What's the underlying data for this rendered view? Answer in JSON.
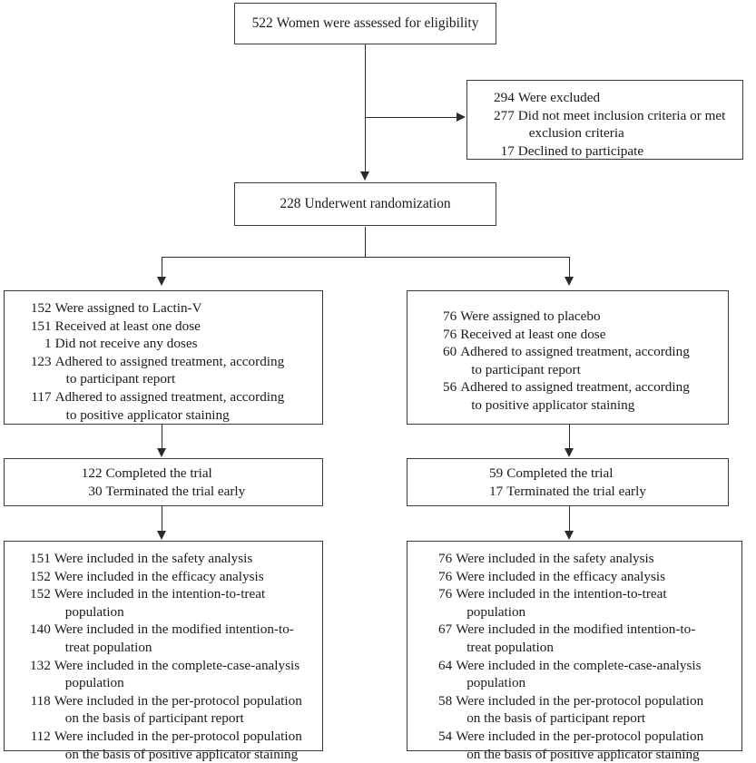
{
  "diagram": {
    "type": "consort-flow-diagram",
    "colors": {
      "box_border": "#3a3a3a",
      "connector": "#2b2b2b",
      "text": "#1a1a1a",
      "background": "#ffffff"
    },
    "nodes": {
      "eligibility": {
        "name": "assessed-for-eligibility",
        "rows": [
          {
            "num": "522",
            "label": "Women were assessed for eligibility"
          }
        ]
      },
      "excluded": {
        "name": "excluded",
        "rows": [
          {
            "num": "294",
            "label": "Were excluded",
            "level": 0
          },
          {
            "num": "277",
            "label": "Did not meet inclusion criteria or met",
            "cont": "exclusion criteria",
            "level": 1
          },
          {
            "num": "17",
            "label": "Declined to participate",
            "level": 1
          }
        ]
      },
      "randomized": {
        "name": "underwent-randomization",
        "rows": [
          {
            "num": "228",
            "label": "Underwent randomization"
          }
        ]
      },
      "assigned_lactin": {
        "name": "assigned-lactin-v",
        "rows": [
          {
            "num": "152",
            "label": "Were assigned to Lactin-V",
            "level": 0
          },
          {
            "num": "151",
            "label": "Received at least one dose",
            "level": 1
          },
          {
            "num": "1",
            "label": "Did not receive any doses",
            "level": 2
          },
          {
            "num": "123",
            "label": "Adhered to assigned treatment, according",
            "cont": "to participant report",
            "level": 0
          },
          {
            "num": "117",
            "label": "Adhered to assigned treatment, according",
            "cont": "to positive applicator staining",
            "level": 0
          }
        ]
      },
      "assigned_placebo": {
        "name": "assigned-placebo",
        "rows": [
          {
            "num": "76",
            "label": "Were assigned to placebo",
            "level": 0
          },
          {
            "num": "76",
            "label": "Received at least one dose",
            "level": 1
          },
          {
            "num": "60",
            "label": "Adhered to assigned treatment, according",
            "cont": "to participant report",
            "level": 0
          },
          {
            "num": "56",
            "label": "Adhered to assigned treatment, according",
            "cont": "to positive applicator staining",
            "level": 0
          }
        ]
      },
      "completed_lactin": {
        "name": "completed-trial-lactin-v",
        "rows": [
          {
            "num": "122",
            "label": "Completed the trial"
          },
          {
            "num": "30",
            "label": "Terminated the trial early"
          }
        ]
      },
      "completed_placebo": {
        "name": "completed-trial-placebo",
        "rows": [
          {
            "num": "59",
            "label": "Completed the trial"
          },
          {
            "num": "17",
            "label": "Terminated the trial early"
          }
        ]
      },
      "analysis_lactin": {
        "name": "analysis-lactin-v",
        "rows": [
          {
            "num": "151",
            "label": "Were included in the safety analysis",
            "level": 0
          },
          {
            "num": "152",
            "label": "Were included in the efficacy analysis",
            "level": 0
          },
          {
            "num": "152",
            "label": "Were included in the intention-to-treat",
            "cont": "population",
            "level": 1
          },
          {
            "num": "140",
            "label": "Were included in the modified intention-to-",
            "cont": "treat population",
            "level": 1
          },
          {
            "num": "132",
            "label": "Were included in the complete-case-analysis",
            "cont": "population",
            "level": 1
          },
          {
            "num": "118",
            "label": "Were included in the per-protocol population",
            "cont": "on the basis of participant report",
            "level": 1
          },
          {
            "num": "112",
            "label": "Were included in the per-protocol population",
            "cont": "on the basis of positive applicator staining",
            "level": 1
          }
        ]
      },
      "analysis_placebo": {
        "name": "analysis-placebo",
        "rows": [
          {
            "num": "76",
            "label": "Were included in the safety analysis",
            "level": 0
          },
          {
            "num": "76",
            "label": "Were included in the efficacy analysis",
            "level": 0
          },
          {
            "num": "76",
            "label": "Were included in the intention-to-treat",
            "cont": "population",
            "level": 1
          },
          {
            "num": "67",
            "label": "Were included in the modified intention-to-",
            "cont": "treat population",
            "level": 1
          },
          {
            "num": "64",
            "label": "Were included in the complete-case-analysis",
            "cont": "population",
            "level": 1
          },
          {
            "num": "58",
            "label": "Were included in the per-protocol population",
            "cont": "on the basis of participant report",
            "level": 1
          },
          {
            "num": "54",
            "label": "Were included in the per-protocol population",
            "cont": "on the basis of positive applicator staining",
            "level": 1
          }
        ]
      }
    }
  }
}
